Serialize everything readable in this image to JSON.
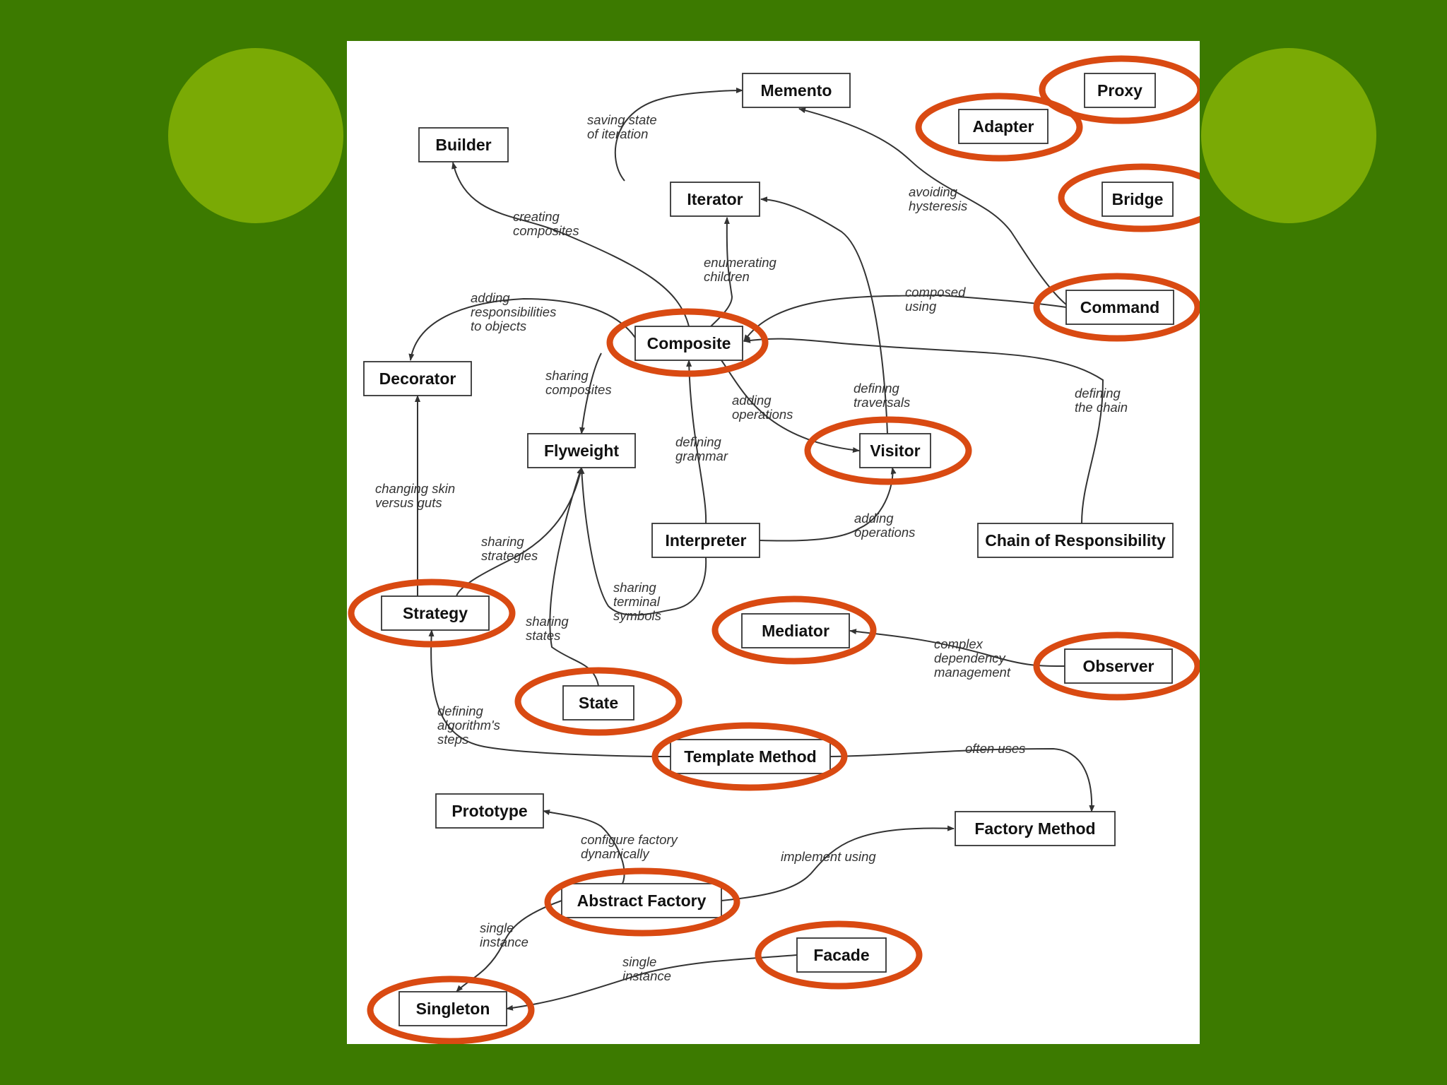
{
  "colors": {
    "background": "#3c7a00",
    "decor_circle": "#7aaa05",
    "panel": "#ffffff",
    "highlight": "#d94a12",
    "ink": "#333333"
  },
  "patterns": [
    {
      "id": "memento",
      "label": "Memento",
      "highlighted": false
    },
    {
      "id": "proxy",
      "label": "Proxy",
      "highlighted": true
    },
    {
      "id": "adapter",
      "label": "Adapter",
      "highlighted": true
    },
    {
      "id": "builder",
      "label": "Builder",
      "highlighted": false
    },
    {
      "id": "bridge",
      "label": "Bridge",
      "highlighted": true
    },
    {
      "id": "iterator",
      "label": "Iterator",
      "highlighted": false
    },
    {
      "id": "command",
      "label": "Command",
      "highlighted": true
    },
    {
      "id": "composite",
      "label": "Composite",
      "highlighted": true
    },
    {
      "id": "decorator",
      "label": "Decorator",
      "highlighted": false
    },
    {
      "id": "flyweight",
      "label": "Flyweight",
      "highlighted": false
    },
    {
      "id": "visitor",
      "label": "Visitor",
      "highlighted": true
    },
    {
      "id": "interpreter",
      "label": "Interpreter",
      "highlighted": false
    },
    {
      "id": "chain",
      "label": "Chain of Responsibility",
      "highlighted": false
    },
    {
      "id": "strategy",
      "label": "Strategy",
      "highlighted": true
    },
    {
      "id": "mediator",
      "label": "Mediator",
      "highlighted": true
    },
    {
      "id": "observer",
      "label": "Observer",
      "highlighted": true
    },
    {
      "id": "state",
      "label": "State",
      "highlighted": true
    },
    {
      "id": "template",
      "label": "Template Method",
      "highlighted": true
    },
    {
      "id": "prototype",
      "label": "Prototype",
      "highlighted": false
    },
    {
      "id": "factory-method",
      "label": "Factory Method",
      "highlighted": false
    },
    {
      "id": "abstract-factory",
      "label": "Abstract Factory",
      "highlighted": true
    },
    {
      "id": "facade",
      "label": "Facade",
      "highlighted": true
    },
    {
      "id": "singleton",
      "label": "Singleton",
      "highlighted": true
    }
  ],
  "relationships": [
    {
      "from": "iterator",
      "to": "memento",
      "label": [
        "saving state",
        "of iteration"
      ]
    },
    {
      "from": "command",
      "to": "memento",
      "label": [
        "avoiding",
        "hysteresis"
      ]
    },
    {
      "from": "composite",
      "to": "builder",
      "label": [
        "creating",
        "composites"
      ]
    },
    {
      "from": "composite",
      "to": "iterator",
      "label": [
        "enumerating",
        "children"
      ]
    },
    {
      "from": "visitor",
      "to": "iterator",
      "label": [
        "defining",
        "traversals"
      ]
    },
    {
      "from": "command",
      "to": "composite",
      "label": [
        "composed",
        "using"
      ]
    },
    {
      "from": "composite",
      "to": "decorator",
      "label": [
        "adding",
        "responsibilities",
        "to objects"
      ]
    },
    {
      "from": "composite",
      "to": "flyweight",
      "label": [
        "sharing",
        "composites"
      ]
    },
    {
      "from": "composite",
      "to": "visitor",
      "label": [
        "adding",
        "operations"
      ]
    },
    {
      "from": "interpreter",
      "to": "composite",
      "label": [
        "defining",
        "grammar"
      ]
    },
    {
      "from": "chain",
      "to": "composite",
      "label": [
        "defining",
        "the chain"
      ]
    },
    {
      "from": "interpreter",
      "to": "visitor",
      "label": [
        "adding",
        "operations"
      ]
    },
    {
      "from": "strategy",
      "to": "decorator",
      "label": [
        "changing skin",
        "versus guts"
      ]
    },
    {
      "from": "strategy",
      "to": "flyweight",
      "label": [
        "sharing",
        "strategies"
      ]
    },
    {
      "from": "state",
      "to": "flyweight",
      "label": [
        "sharing",
        "states"
      ]
    },
    {
      "from": "interpreter",
      "to": "flyweight",
      "label": [
        "sharing",
        "terminal",
        "symbols"
      ]
    },
    {
      "from": "observer",
      "to": "mediator",
      "label": [
        "complex",
        "dependency",
        "management"
      ]
    },
    {
      "from": "template",
      "to": "strategy",
      "label": [
        "defining",
        "algorithm's",
        "steps"
      ]
    },
    {
      "from": "template",
      "to": "factory-method",
      "label": [
        "often uses"
      ]
    },
    {
      "from": "abstract-factory",
      "to": "prototype",
      "label": [
        "configure factory",
        "dynamically"
      ]
    },
    {
      "from": "abstract-factory",
      "to": "factory-method",
      "label": [
        "implement using"
      ]
    },
    {
      "from": "abstract-factory",
      "to": "singleton",
      "label": [
        "single",
        "instance"
      ]
    },
    {
      "from": "facade",
      "to": "singleton",
      "label": [
        "single",
        "instance"
      ]
    }
  ]
}
